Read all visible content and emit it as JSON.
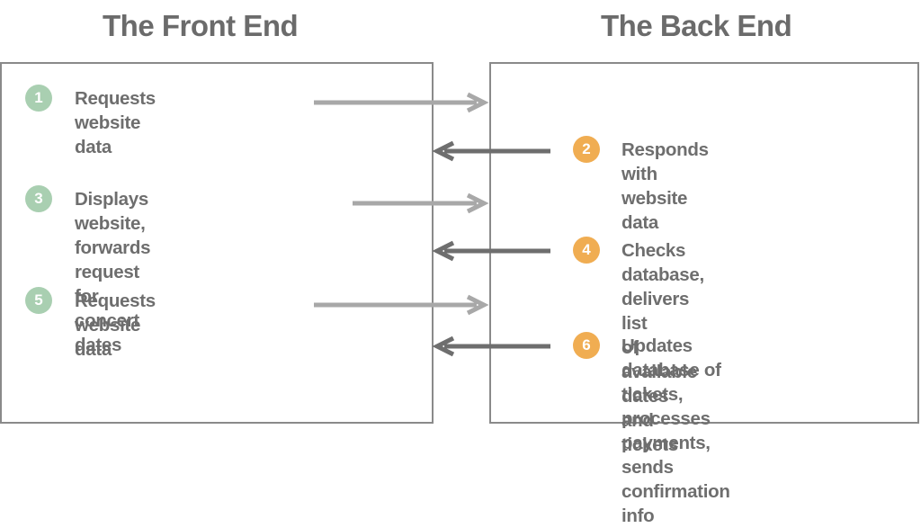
{
  "headings": {
    "front": "The Front End",
    "back": "The Back End"
  },
  "colors": {
    "front_badge": "#a9cfb1",
    "back_badge": "#f0ad52",
    "arrow_forward": "#a8a8a8",
    "arrow_back": "#6e6e6e",
    "text": "#6e6e6e"
  },
  "steps": [
    {
      "number": "1",
      "side": "front",
      "text": "Requests website data"
    },
    {
      "number": "2",
      "side": "back",
      "text": "Responds with website data"
    },
    {
      "number": "3",
      "side": "front",
      "text": "Displays website, forwards\nrequest for concert dates"
    },
    {
      "number": "4",
      "side": "back",
      "text": "Checks database, delivers list\nof available dates and tickets"
    },
    {
      "number": "5",
      "side": "front",
      "text": "Requests website data"
    },
    {
      "number": "6",
      "side": "back",
      "text": "Updates database of tickets,\nprocesses payments, sends\nconfirmation info"
    }
  ]
}
